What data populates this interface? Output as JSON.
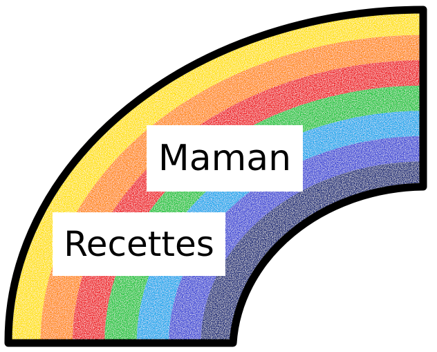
{
  "title_word": "Maman",
  "subtitle_word": "Recettes",
  "bands": [
    {
      "name": "yellow",
      "color": "#ffe100"
    },
    {
      "name": "orange",
      "color": "#ff8a12"
    },
    {
      "name": "red",
      "color": "#ee1b24"
    },
    {
      "name": "green",
      "color": "#1dc43a"
    },
    {
      "name": "light-blue",
      "color": "#16a6ec"
    },
    {
      "name": "blue",
      "color": "#3f4ad6"
    },
    {
      "name": "navy",
      "color": "#1d2a78"
    }
  ],
  "outline_color": "#000000"
}
